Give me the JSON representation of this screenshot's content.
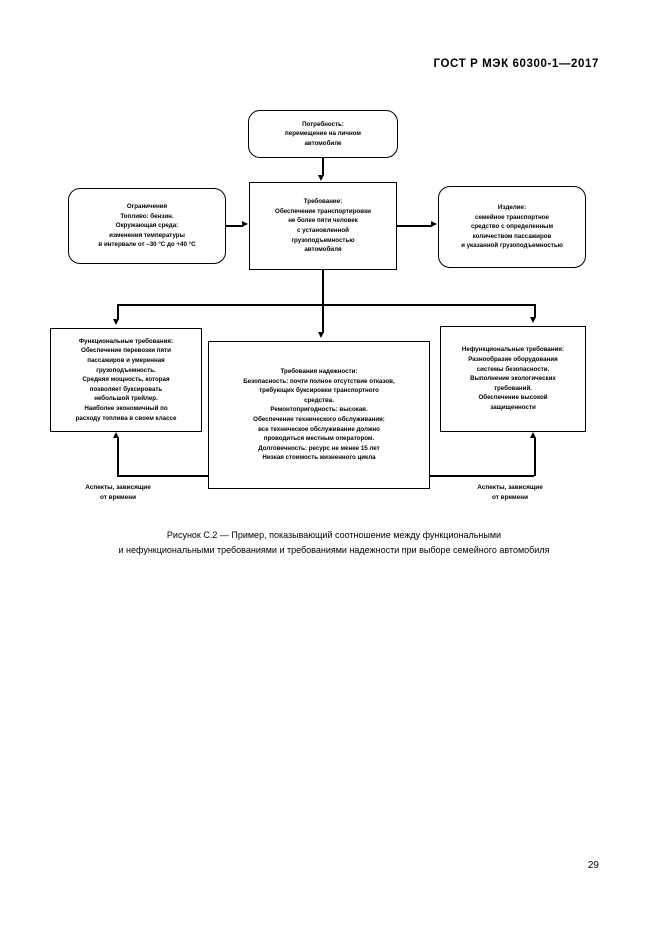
{
  "document": {
    "standard_header": "ГОСТ Р МЭК 60300-1—2017",
    "page_number": "29"
  },
  "figure": {
    "nodes": {
      "need": "Потребность:\nперемещение на личном\nавтомобиле",
      "constraints": "Ограничения\nТопливо: бензин.\nОкружающая среда:\nизменения температуры\nв интервале от –30 °C до +40 °C",
      "requirement": "Требование:\nОбеспечение транспортировки\nне более пяти человек\nс установленной\nгрузоподъемностью\nавтомобиля",
      "product": "Изделие:\nсемейное транспортное\nсредство с определенным\nколичеством пассажиров\nи указанной грузоподъемностью",
      "functional": "Функциональные требования:\nОбеспечение перевозки пяти\nпассажиров и умеренная\nгрузоподъемность.\nСредняя мощность, которая\nпозволяет буксировать\nнебольшой трейлер.\nНаиболее экономичный по\nрасходу топлива в своем классе",
      "reliability": "Требования надежности:\nБезопасность: почти полное отсутствие отказов,\nтребующих буксировки транспортного\nсредства.\nРемонтопригодность: высокая.\nОбеспечение технического обслуживания:\nвсе техническое обслуживание должно\nпроводиться местным оператором.\nДолговечность: ресурс не менее 15 лет\nНизкая стоимость жизненного цикла",
      "nonfunctional": "Нефункциональные требования:\nРазнообразие оборудования\nсистемы безопасности.\nВыполнение экологических\nтребований.\nОбеспечение высокой\nзащищенности"
    },
    "labels": {
      "time_aspects_left": "Аспекты, зависящие\nот времени",
      "time_aspects_right": "Аспекты, зависящие\nот времени"
    },
    "caption": {
      "line1": "Рисунок С.2 — Пример, показывающий соотношение между функциональными",
      "line2": "и нефункциональными требованиями и требованиями надежности при выборе семейного автомобиля"
    }
  }
}
